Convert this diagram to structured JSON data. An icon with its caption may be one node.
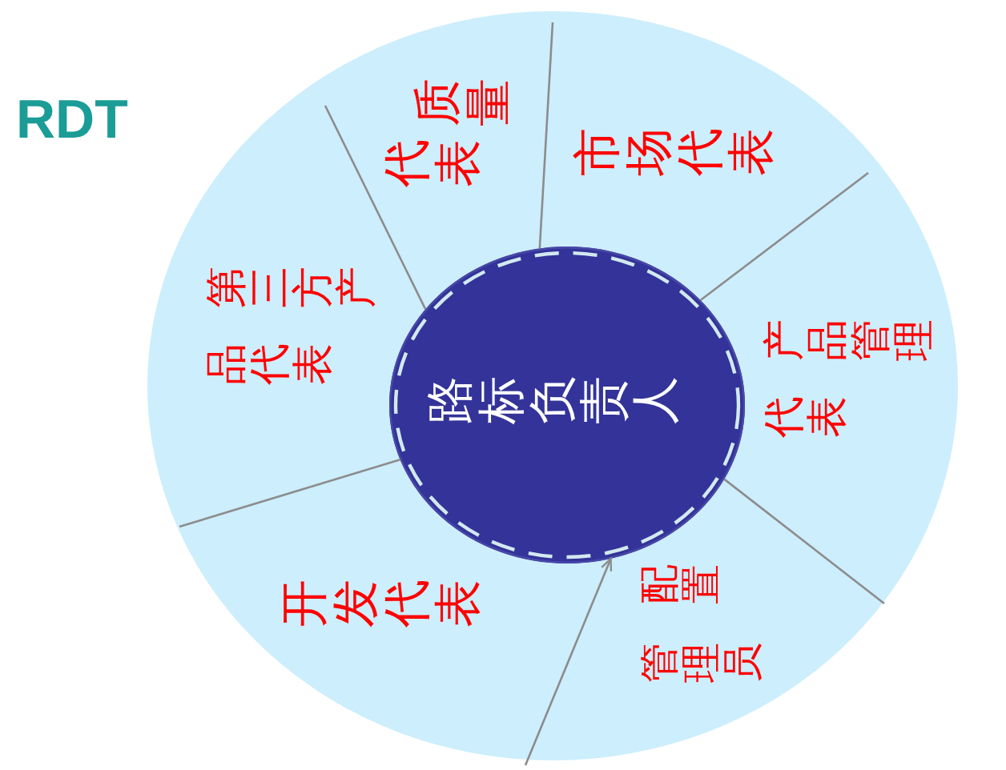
{
  "diagram": {
    "title": "RDT",
    "nodes": [
      {
        "text": [
          "质量代表",
          "市场代表",
          "产品管理代表",
          "配置管理员",
          "开发代表",
          "第三方产品代表"
        ]
      },
      {
        "text": [
          "路标负责人"
        ],
        "in": 0
      }
    ],
    "edges": [
      {
        "from": null,
        "to": 1,
        "arrow": "none"
      },
      {
        "from": null,
        "to": 1,
        "arrow": "none"
      },
      {
        "from": null,
        "to": 1,
        "arrow": "none"
      },
      {
        "from": null,
        "to": 1,
        "arrow": "none"
      },
      {
        "from": null,
        "to": 1,
        "arrow": "to"
      },
      {
        "from": null,
        "to": 1,
        "arrow": "none"
      }
    ]
  }
}
